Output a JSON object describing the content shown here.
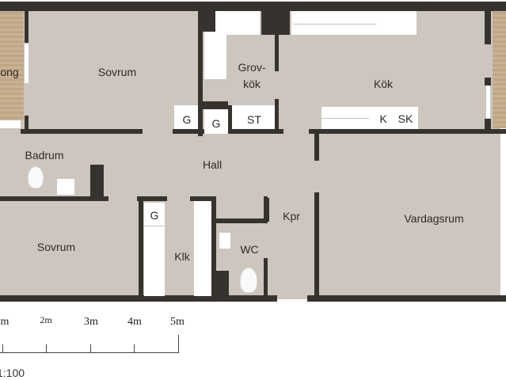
{
  "rooms": {
    "balkong_left": "ong",
    "sovrum_top": "Sovrum",
    "grovkok": "Grov-\nkök",
    "grovkok_line1": "Grov-",
    "grovkok_line2": "kök",
    "kok": "Kök",
    "badrum": "Badrum",
    "hall": "Hall",
    "sovrum_bottom": "Sovrum",
    "klk": "Klk",
    "wc": "WC",
    "kpr": "Kpr",
    "vardagsrum": "Vardagsrum"
  },
  "fixtures": {
    "g1": "G",
    "g2": "G",
    "st": "ST",
    "k": "K",
    "sk": "SK",
    "g3": "G"
  },
  "scale": {
    "labels": [
      "m",
      "2m",
      "3m",
      "4m",
      "5m"
    ],
    "ratio": "1:100"
  },
  "colors": {
    "floor": "#cdc6bf",
    "wall": "#36332f",
    "balcony": "#c4ad8c"
  }
}
